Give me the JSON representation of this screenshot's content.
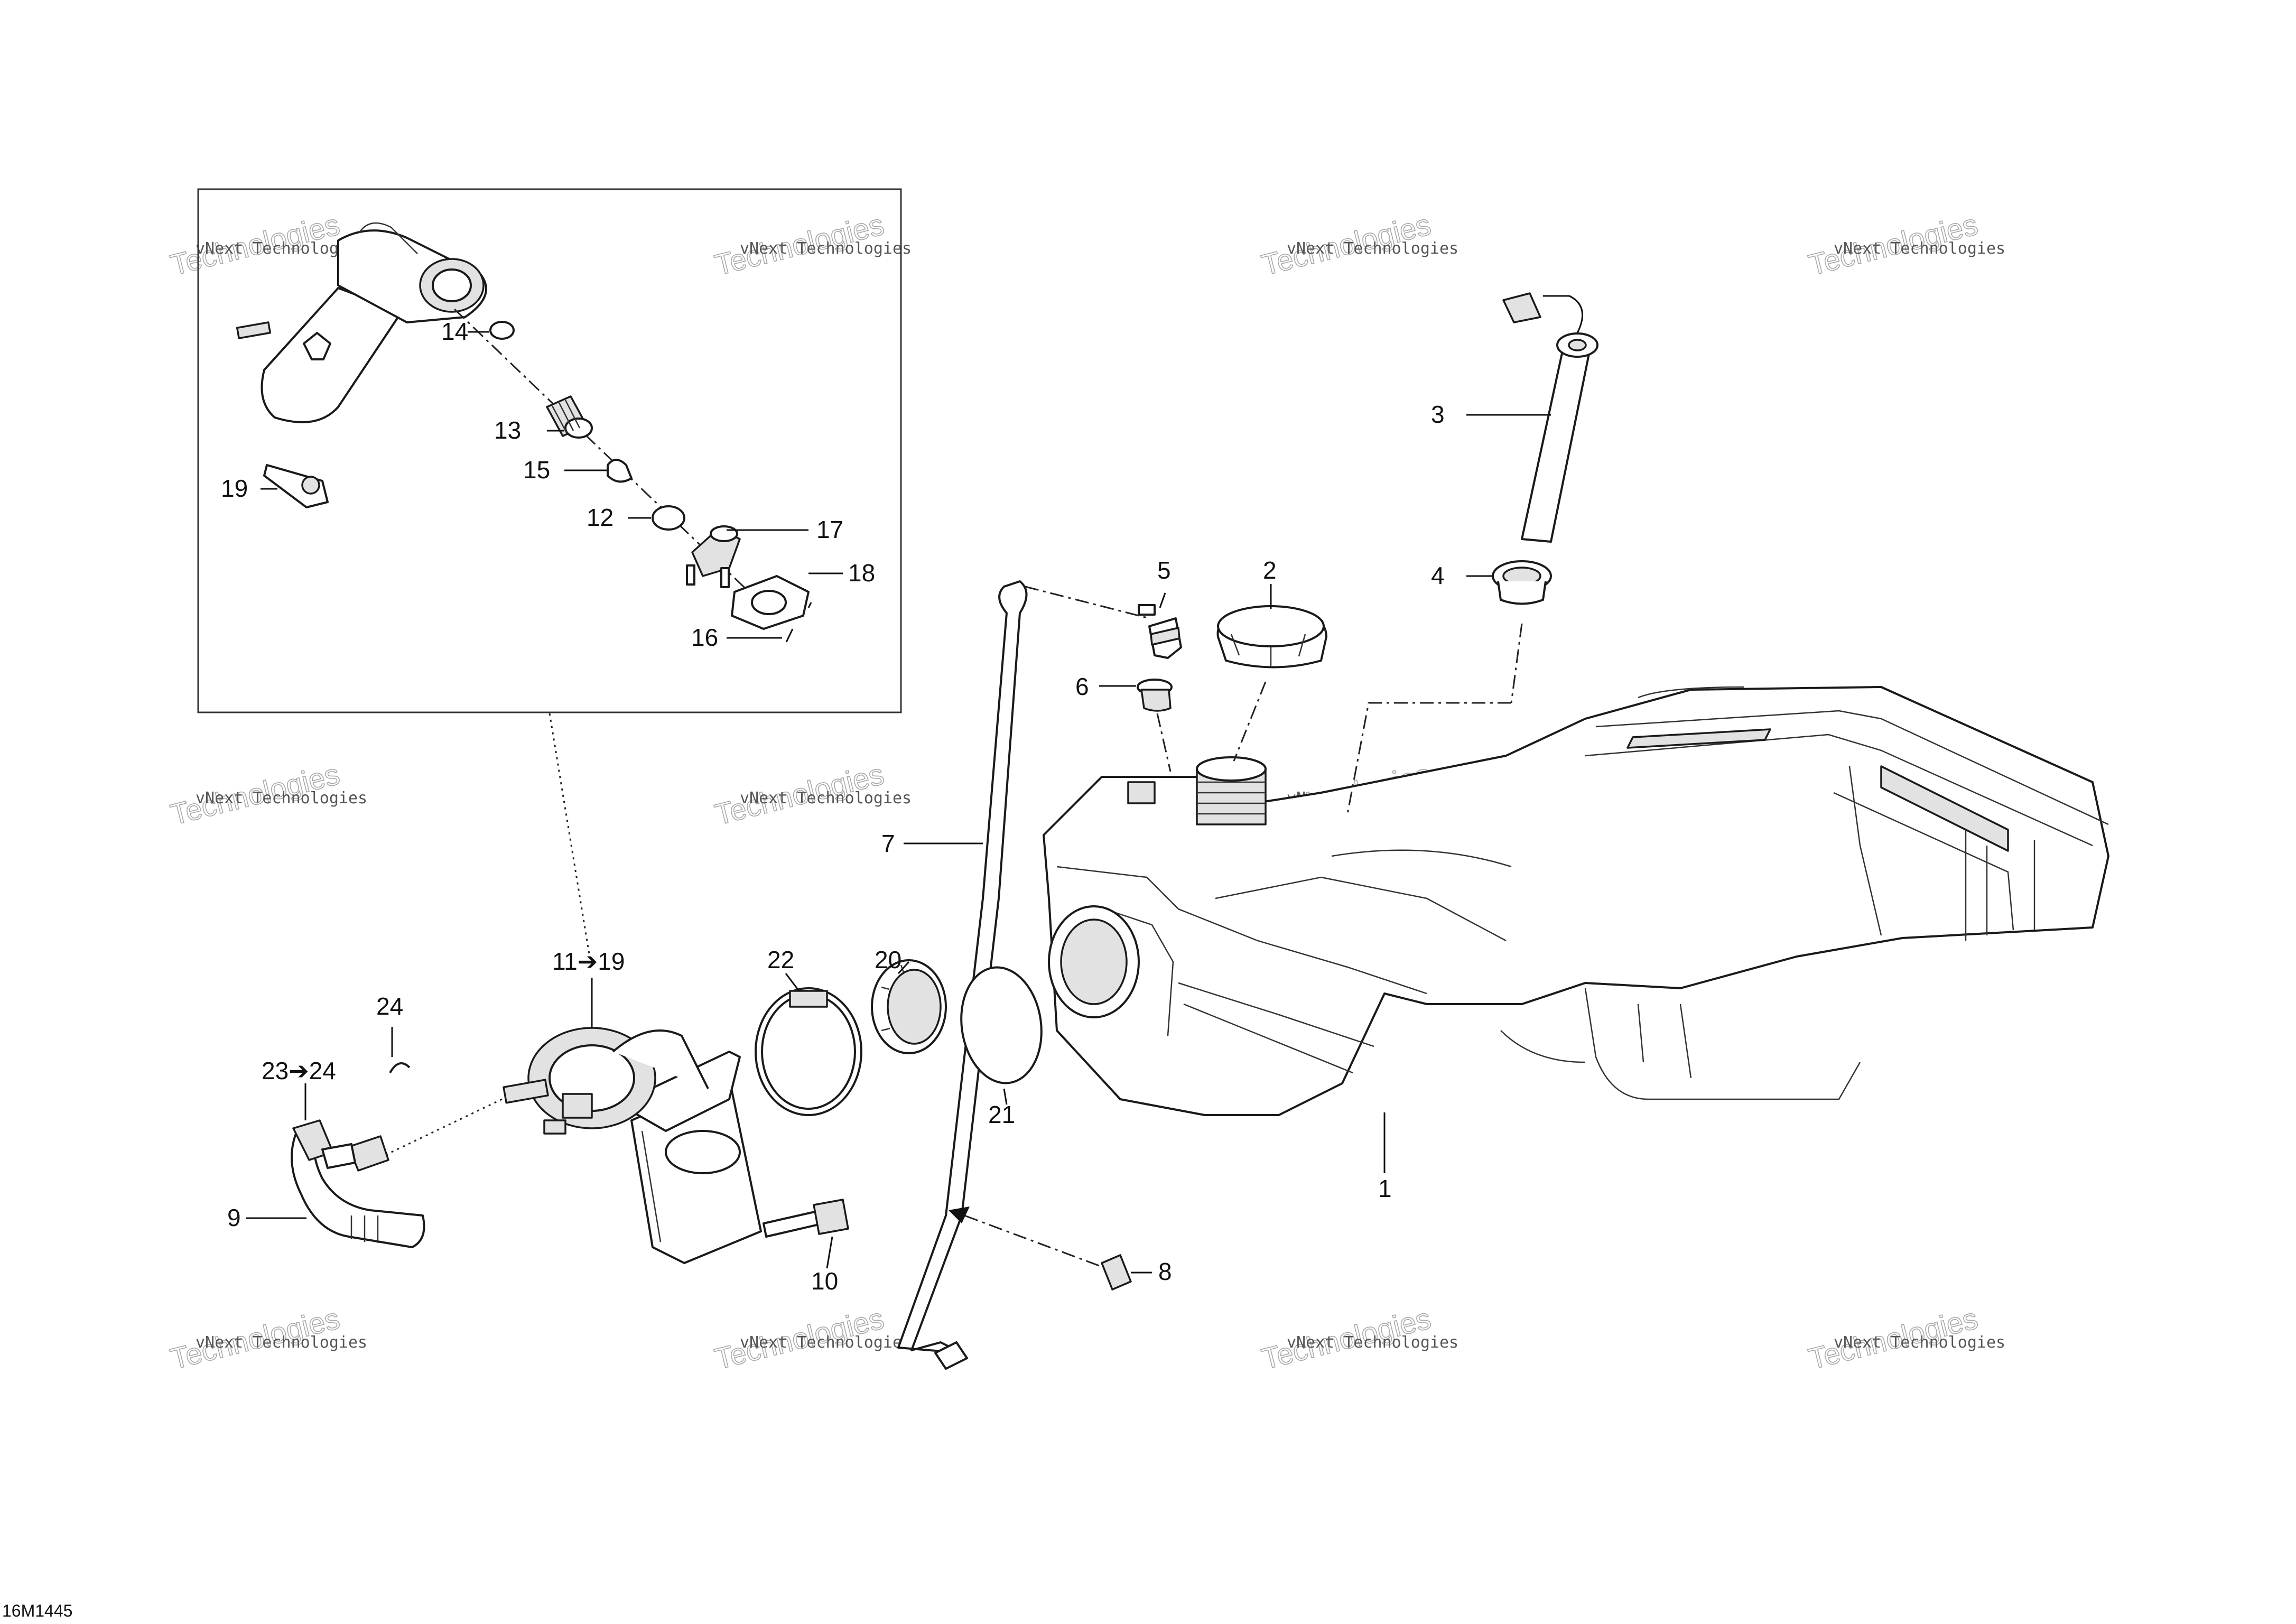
{
  "watermark": {
    "line1": "vNext Technologies",
    "line2": "Technologies"
  },
  "diagram_code": "16M1445",
  "callouts": {
    "c1": "1",
    "c2": "2",
    "c3": "3",
    "c4": "4",
    "c5": "5",
    "c6": "6",
    "c7": "7",
    "c8": "8",
    "c9": "9",
    "c10": "10",
    "c11": "11➔19",
    "c12": "12",
    "c13": "13",
    "c14": "14",
    "c15": "15",
    "c16": "16",
    "c17": "17",
    "c18": "18",
    "c19": "19",
    "c20": "20",
    "c21": "21",
    "c22": "22",
    "c23": "23➔24",
    "c24": "24"
  }
}
